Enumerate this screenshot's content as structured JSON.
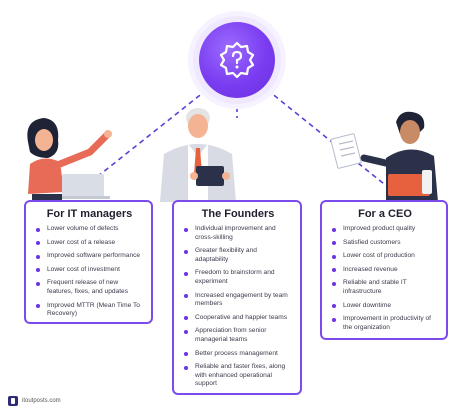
{
  "hub": {
    "icon": "question-badge-icon",
    "color": "#7a3cf0"
  },
  "cards": {
    "it_managers": {
      "title": "For IT managers",
      "items": [
        "Lower  volume of defects",
        "Lower  cost of a release",
        "Improved  software performance",
        "Lower  cost of investment",
        "Frequent  release of new features, fixes, and updates",
        "Improved MTTR (Mean Time To Recovery)"
      ]
    },
    "founders": {
      "title": "The Founders",
      "items": [
        "Individual  improvement and cross-skilling",
        "Greater  flexibility and adaptability",
        "Freedom  to brainstorm and experiment",
        "Increased  engagement by team members",
        "Cooperative  and happier teams",
        "Appreciation  from senior managerial teams",
        "Better  process management",
        "Reliable and faster fixes, along with enhanced operational support"
      ]
    },
    "ceo": {
      "title": "For a CEO",
      "items": [
        "Improved  product quality",
        "Satisfied  customers",
        "Lower  cost of production",
        "Increased  revenue",
        "Reliable  and stable IT infrastructure",
        "Lower  downtime",
        "Improvement in productivity  of the organization"
      ]
    }
  },
  "footer": {
    "brand": "itoutposts.com"
  },
  "colors": {
    "accent": "#7d4bec",
    "bullet": "#6b34e6"
  }
}
